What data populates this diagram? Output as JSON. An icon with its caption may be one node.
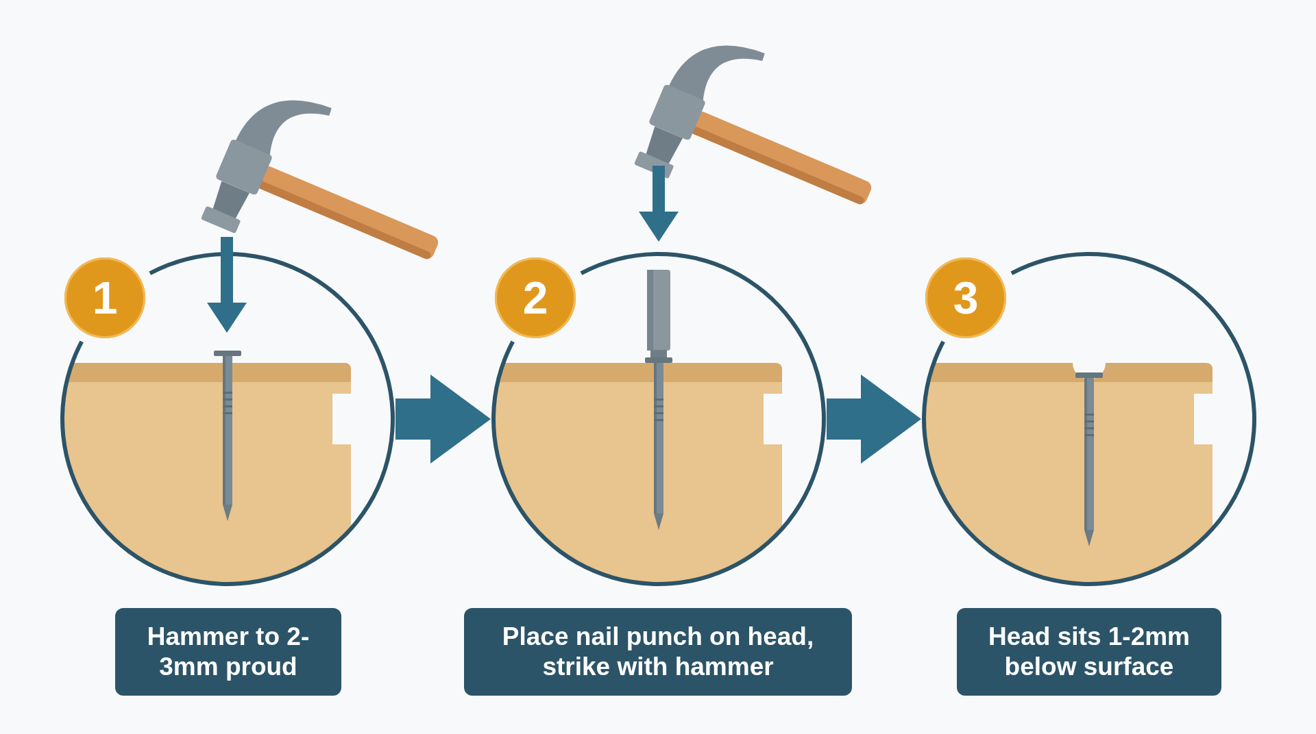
{
  "diagram": {
    "nodes": [
      {
        "text": [
          "1"
        ]
      },
      {
        "text": [],
        "shape": "circle"
      },
      {
        "text": [
          "Hammer to 2-3mm proud"
        ]
      },
      {
        "text": [
          "2"
        ]
      },
      {
        "text": [],
        "shape": "circle"
      },
      {
        "text": [
          "Place nail punch on head, strike with hammer"
        ]
      },
      {
        "text": [
          "3"
        ]
      },
      {
        "text": [],
        "shape": "circle"
      },
      {
        "text": [
          "Head sits 1-2mm below surface"
        ]
      }
    ],
    "edges": [
      {
        "from": 1,
        "to": 4,
        "arrow": "to"
      },
      {
        "from": 4,
        "to": 7,
        "arrow": "to"
      }
    ]
  }
}
